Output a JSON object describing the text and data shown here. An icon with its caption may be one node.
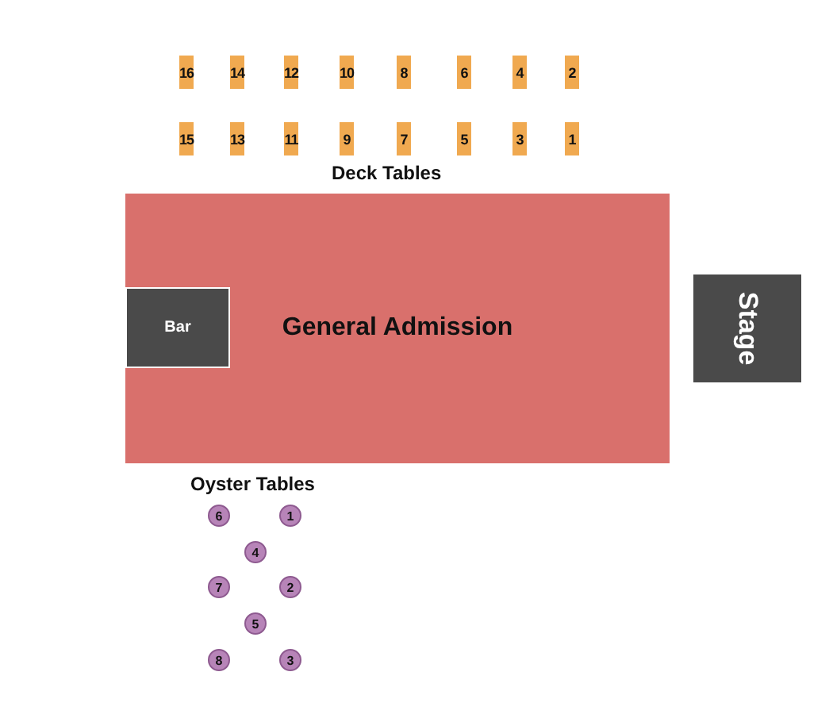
{
  "diagram": {
    "nodes": [
      {
        "text": [
          "16"
        ]
      },
      {
        "text": [
          "14"
        ]
      },
      {
        "text": [
          "12"
        ]
      },
      {
        "text": [
          "10"
        ]
      },
      {
        "text": [
          "8"
        ]
      },
      {
        "text": [
          "6"
        ]
      },
      {
        "text": [
          "4"
        ]
      },
      {
        "text": [
          "2"
        ]
      },
      {
        "text": [
          "15"
        ]
      },
      {
        "text": [
          "13"
        ]
      },
      {
        "text": [
          "11"
        ]
      },
      {
        "text": [
          "9"
        ]
      },
      {
        "text": [
          "7"
        ]
      },
      {
        "text": [
          "5"
        ]
      },
      {
        "text": [
          "3"
        ]
      },
      {
        "text": [
          "1"
        ]
      },
      {
        "text": [
          "General Admission"
        ]
      },
      {
        "text": [
          "Bar"
        ],
        "in": 16
      },
      {
        "text": [
          "Stage"
        ]
      },
      {
        "text": [
          "6"
        ]
      },
      {
        "text": [
          "1"
        ]
      },
      {
        "text": [
          "4"
        ]
      },
      {
        "text": [
          "7"
        ]
      },
      {
        "text": [
          "2"
        ]
      },
      {
        "text": [
          "5"
        ]
      },
      {
        "text": [
          "8"
        ]
      },
      {
        "text": [
          "3"
        ]
      }
    ],
    "labels": [
      "Deck Tables",
      "Oyster Tables"
    ]
  }
}
